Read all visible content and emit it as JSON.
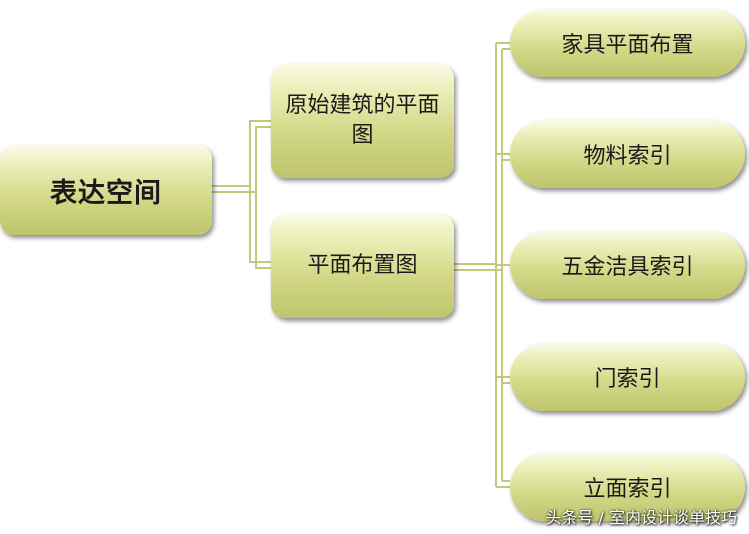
{
  "root": {
    "label": "表达空间"
  },
  "branches": [
    {
      "label": "原始建筑的平面图"
    },
    {
      "label": "平面布置图"
    }
  ],
  "leaves": [
    {
      "label": "家具平面布置"
    },
    {
      "label": "物料索引"
    },
    {
      "label": "五金洁具索引"
    },
    {
      "label": "门索引"
    },
    {
      "label": "立面索引"
    }
  ],
  "watermark": "头条号 / 室内设计谈单技巧",
  "colors": {
    "node_fill": "#d1d784",
    "connector": "#c3c97a"
  }
}
